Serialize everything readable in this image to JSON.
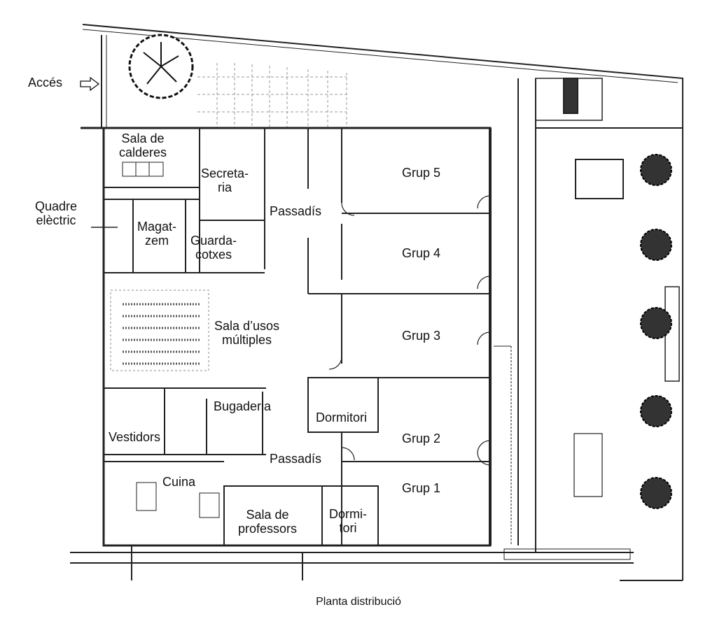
{
  "title": "Planta distribució",
  "labels": {
    "acces": "Accés",
    "sala_calderes": "Sala de\ncalderes",
    "secretaria": "Secreta-\nria",
    "quadre_electric": "Quadre\nelèctric",
    "magatzem": "Magat-\nzem",
    "guardacotxes": "Guarda-\ncotxes",
    "passadis_top": "Passadís",
    "passadis_bottom": "Passadís",
    "grup5": "Grup 5",
    "grup4": "Grup 4",
    "grup3": "Grup 3",
    "grup2": "Grup 2",
    "grup1": "Grup 1",
    "sala_usos": "Sala d’usos\nmúltiples",
    "bugaderia": "Bugaderia",
    "vestidors": "Vestidors",
    "dormitori_1": "Dormitori",
    "dormitori_2": "Dormi-\ntori",
    "cuina": "Cuina",
    "sala_professors": "Sala de\nprofessors"
  },
  "icons": {
    "access_arrow": "arrow-right-outline",
    "tree": "tree-top-view"
  }
}
